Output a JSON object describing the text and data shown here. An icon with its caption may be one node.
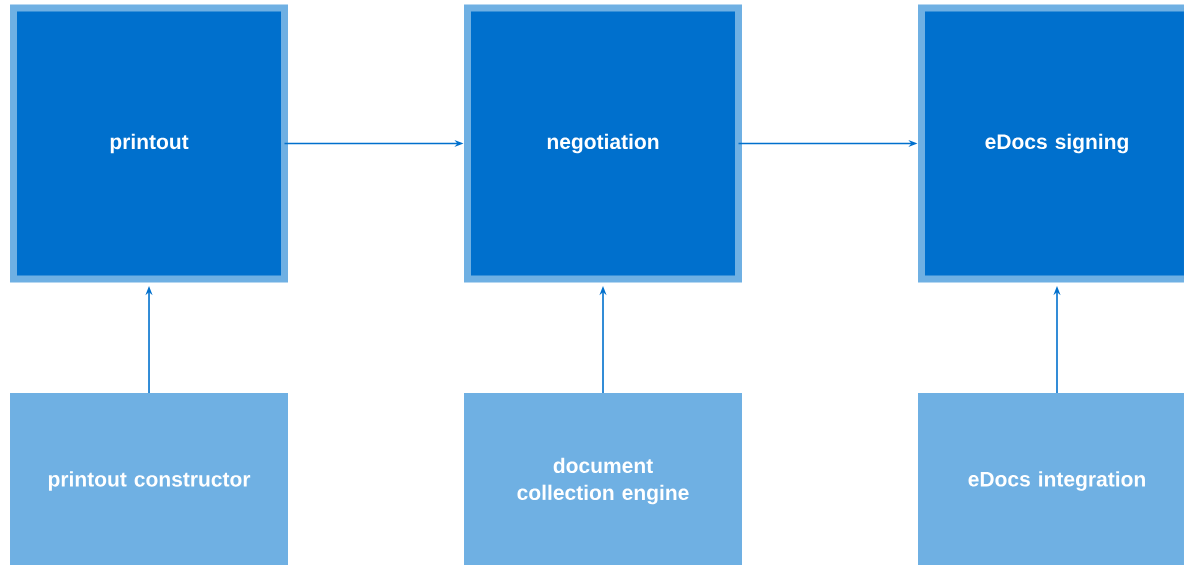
{
  "diagram": {
    "nodes": [
      {
        "text": [
          "printout"
        ]
      },
      {
        "text": [
          "negotiation"
        ]
      },
      {
        "text": [
          "eDocs signing"
        ]
      },
      {
        "text": [
          "printout constructor"
        ]
      },
      {
        "text": [
          "document collection engine"
        ]
      },
      {
        "text": [
          "eDocs integration"
        ]
      }
    ],
    "edges": [
      {
        "from": 0,
        "to": 1,
        "arrow": "to"
      },
      {
        "from": 1,
        "to": 2,
        "arrow": "to"
      },
      {
        "from": 3,
        "to": 0,
        "arrow": "to"
      },
      {
        "from": 4,
        "to": 1,
        "arrow": "to"
      },
      {
        "from": 5,
        "to": 2,
        "arrow": "to"
      }
    ]
  }
}
